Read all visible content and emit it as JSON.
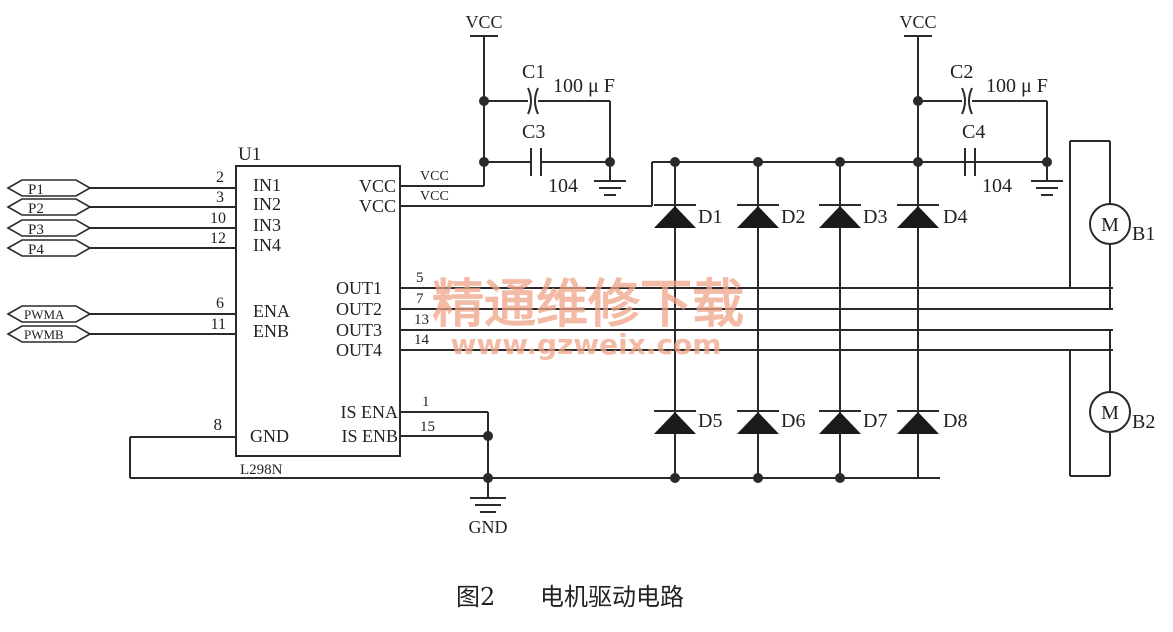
{
  "chip": {
    "ref": "U1",
    "part": "L298N",
    "left_pins": [
      {
        "num": "2",
        "name": "IN1"
      },
      {
        "num": "3",
        "name": "IN2"
      },
      {
        "num": "10",
        "name": "IN3"
      },
      {
        "num": "12",
        "name": "IN4"
      },
      {
        "num": "6",
        "name": "ENA"
      },
      {
        "num": "11",
        "name": "ENB"
      },
      {
        "num": "8",
        "name": "GND"
      }
    ],
    "right_pins": [
      {
        "name": "VCC",
        "net": "VCC"
      },
      {
        "name": "VCC",
        "net": "VCC"
      },
      {
        "name": "OUT1",
        "num": "5"
      },
      {
        "name": "OUT2",
        "num": "7"
      },
      {
        "name": "OUT3",
        "num": "13"
      },
      {
        "name": "OUT4",
        "num": "14"
      },
      {
        "name": "IS ENA",
        "num": "1"
      },
      {
        "name": "IS ENB",
        "num": "15"
      }
    ]
  },
  "inputs": [
    "P1",
    "P2",
    "P3",
    "P4",
    "PWMA",
    "PWMB"
  ],
  "power": {
    "vcc": "VCC",
    "gnd": "GND"
  },
  "capacitors": [
    {
      "ref": "C1",
      "value": "100 μ F"
    },
    {
      "ref": "C3",
      "value": "104"
    },
    {
      "ref": "C2",
      "value": "100 μ F"
    },
    {
      "ref": "C4",
      "value": "104"
    }
  ],
  "diodes": [
    "D1",
    "D2",
    "D3",
    "D4",
    "D5",
    "D6",
    "D7",
    "D8"
  ],
  "motors": [
    {
      "ref": "B1",
      "symbol": "M"
    },
    {
      "ref": "B2",
      "symbol": "M"
    }
  ],
  "watermark": {
    "text": "精通维修下载",
    "url": "www.gzweix.com"
  },
  "caption": {
    "figure": "图2",
    "title": "电机驱动电路"
  }
}
